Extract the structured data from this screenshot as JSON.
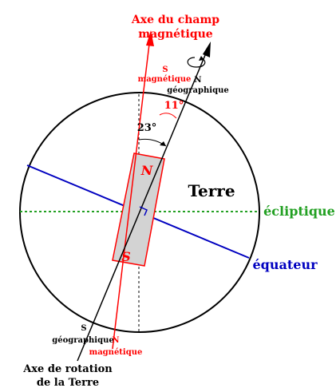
{
  "labels": {
    "mag_axis_title_1": "Axe du champ",
    "mag_axis_title_2": "magnétique",
    "top_s": "S",
    "top_s_sub": "magnétique",
    "top_n": "N",
    "top_n_sub": "géographique",
    "angle_11": "11°",
    "angle_23": "23°",
    "magnet_n": "N",
    "magnet_s": "S",
    "earth": "Terre",
    "ecliptic": "écliptique",
    "equator": "équateur",
    "bottom_s": "S",
    "bottom_s_sub": "géographique",
    "bottom_n": "N",
    "bottom_n_sub": "magnétique",
    "rot_axis_1": "Axe de rotation",
    "rot_axis_2": "de la Terre"
  },
  "colors": {
    "magnetic": "#ff0000",
    "rotation": "#000000",
    "ecliptic": "#22a022",
    "equator": "#0000c0",
    "magnet_fill": "#d3d3d3"
  }
}
